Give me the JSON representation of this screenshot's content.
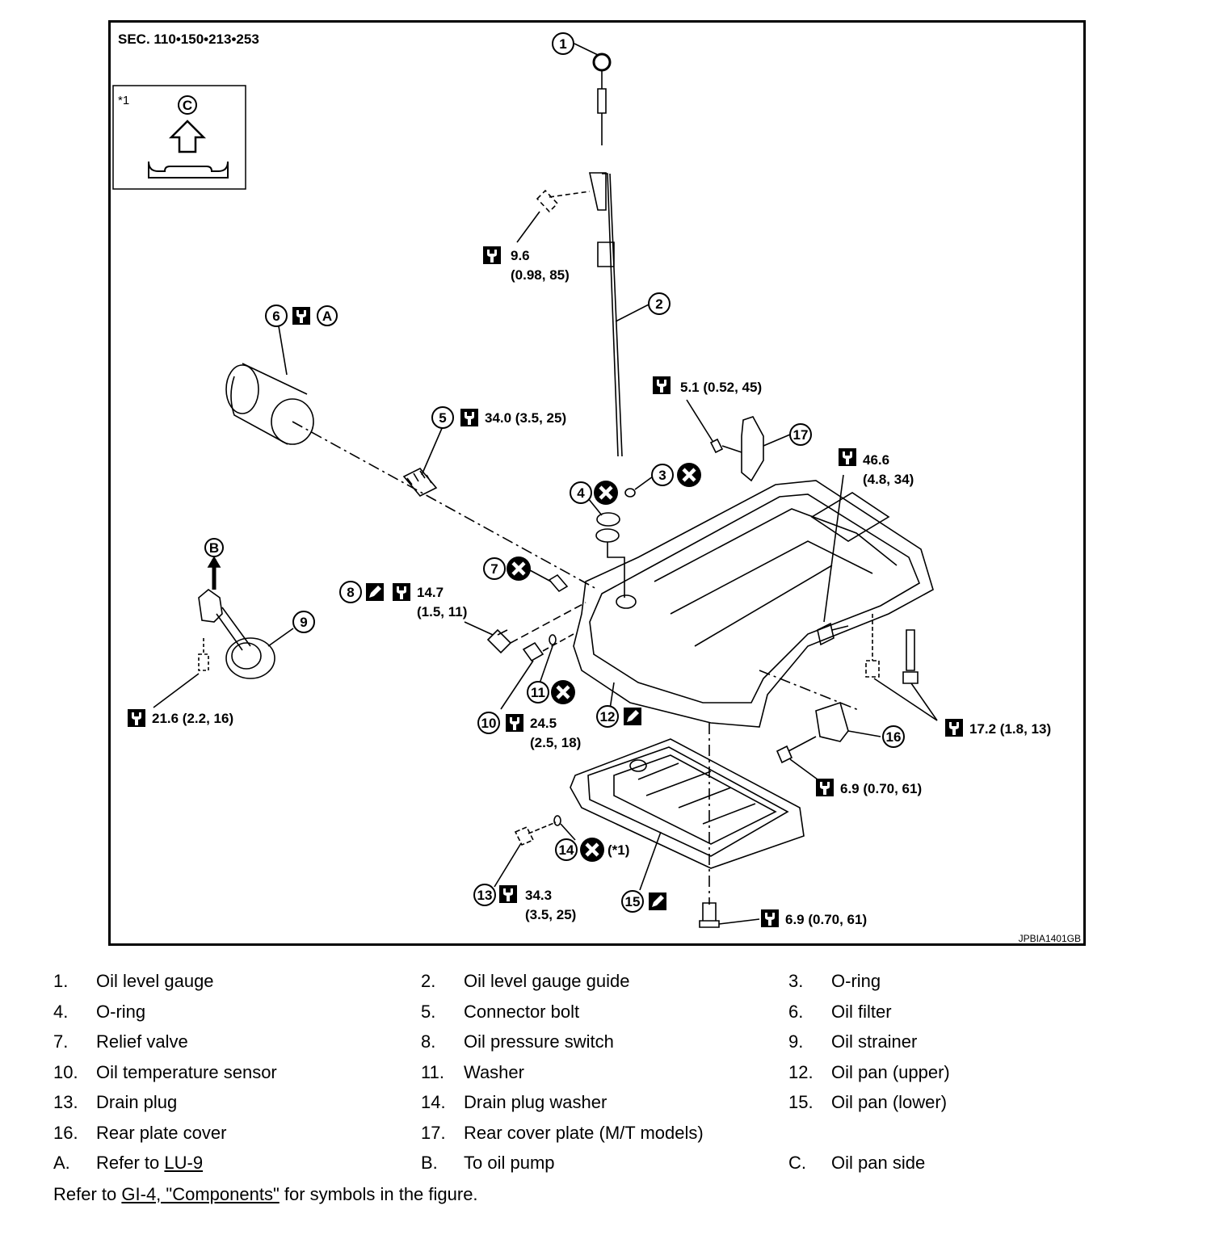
{
  "header": {
    "section": "SEC. 110•150•213•253",
    "inset_mark": "*1",
    "inset_letter": "C"
  },
  "figure_id": "JPBIA1401GB",
  "callouts": {
    "c1": "1",
    "c2": "2",
    "c3": "3",
    "c4": "4",
    "c5": "5",
    "c6": "6",
    "c7": "7",
    "c8": "8",
    "c9": "9",
    "c10": "10",
    "c11": "11",
    "c12": "12",
    "c13": "13",
    "c14": "14",
    "c15": "15",
    "c16": "16",
    "c17": "17",
    "A": "A",
    "B": "B"
  },
  "torques": {
    "t9_6a": "9.6",
    "t9_6b": "(0.98, 85)",
    "t6": "34.0 (3.5, 25)",
    "t5_1": "5.1 (0.52, 45)",
    "t46a": "46.6",
    "t46b": "(4.8, 34)",
    "t14a": "14.7",
    "t14b": "(1.5, 11)",
    "t21": "21.6 (2.2, 16)",
    "t24a": "24.5",
    "t24b": "(2.5, 18)",
    "t17": "17.2 (1.8, 13)",
    "t69a": "6.9 (0.70, 61)",
    "t34a": "34.3",
    "t34b": "(3.5, 25)",
    "t69b": "6.9 (0.70, 61)",
    "star1": "(*1)"
  },
  "legend": [
    [
      {
        "n": "1.",
        "label": "Oil level gauge"
      },
      {
        "n": "2.",
        "label": "Oil level gauge guide"
      },
      {
        "n": "3.",
        "label": "O-ring"
      }
    ],
    [
      {
        "n": "4.",
        "label": "O-ring"
      },
      {
        "n": "5.",
        "label": "Connector bolt"
      },
      {
        "n": "6.",
        "label": "Oil filter"
      }
    ],
    [
      {
        "n": "7.",
        "label": "Relief valve"
      },
      {
        "n": "8.",
        "label": "Oil pressure switch"
      },
      {
        "n": "9.",
        "label": "Oil strainer"
      }
    ],
    [
      {
        "n": "10.",
        "label": "Oil temperature sensor"
      },
      {
        "n": "11.",
        "label": "Washer"
      },
      {
        "n": "12.",
        "label": "Oil pan (upper)"
      }
    ],
    [
      {
        "n": "13.",
        "label": "Drain plug"
      },
      {
        "n": "14.",
        "label": "Drain plug washer"
      },
      {
        "n": "15.",
        "label": "Oil pan (lower)"
      }
    ],
    [
      {
        "n": "16.",
        "label": "Rear plate cover"
      },
      {
        "n": "17.",
        "label": "Rear cover plate (M/T models)"
      },
      {
        "n": "",
        "label": ""
      }
    ],
    [
      {
        "n": "A.",
        "label": "Refer to",
        "link": "LU-9"
      },
      {
        "n": "B.",
        "label": "To oil pump"
      },
      {
        "n": "C.",
        "label": "Oil pan side"
      }
    ]
  ],
  "footer": {
    "before": "Refer to",
    "link": "GI-4, \"Components\"",
    "after": "for symbols in the figure."
  }
}
